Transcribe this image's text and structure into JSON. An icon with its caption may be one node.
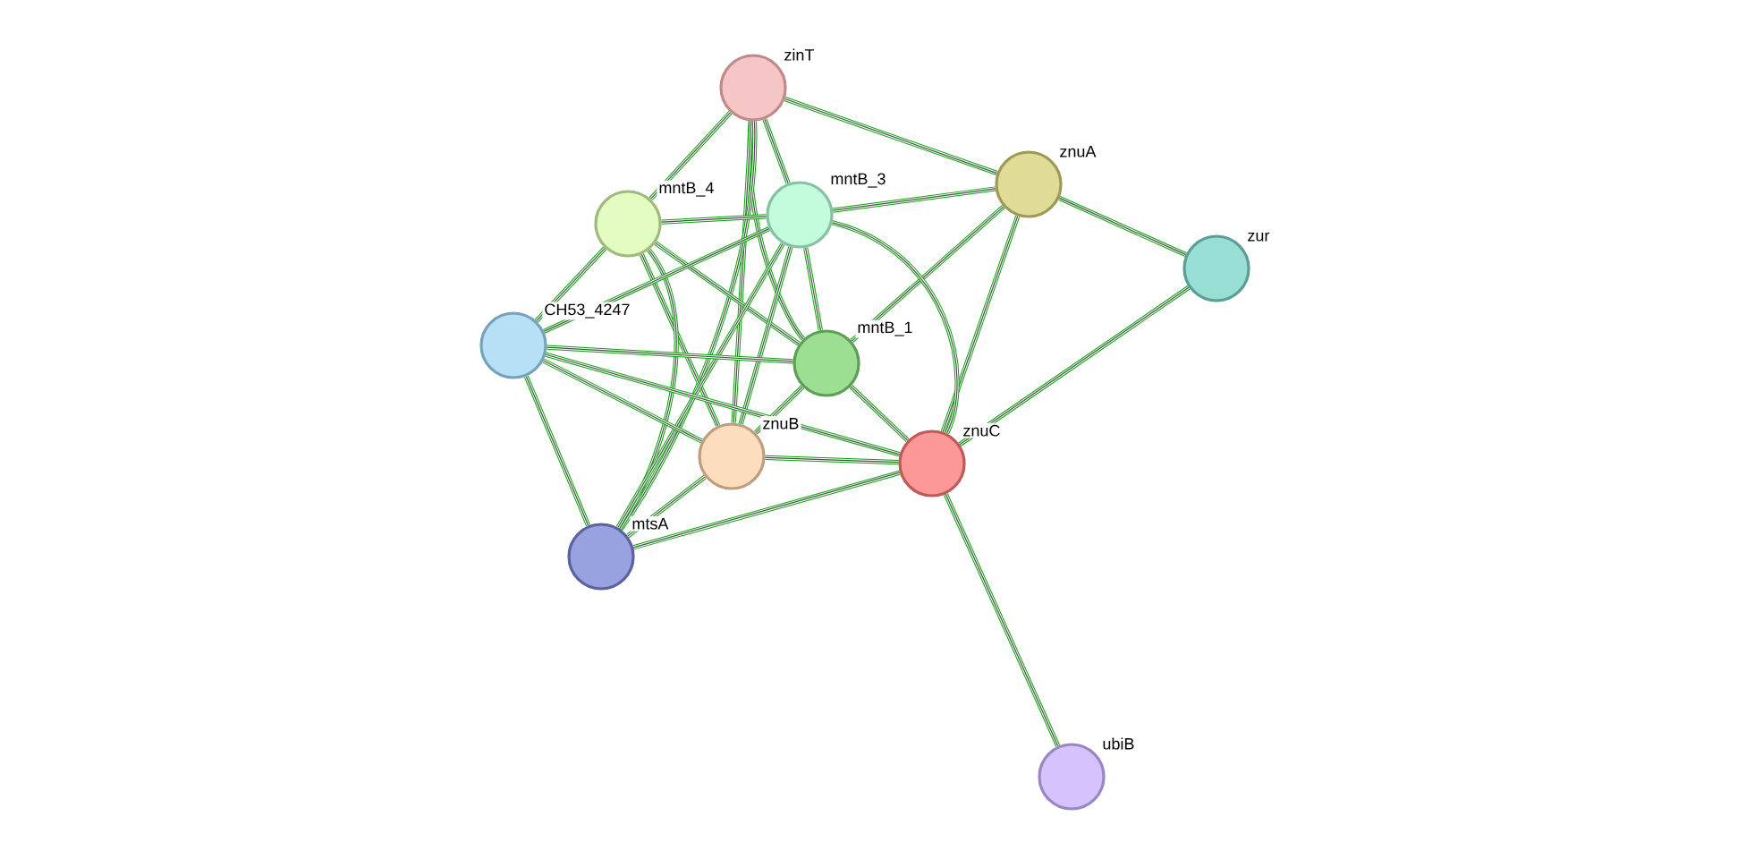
{
  "diagram": {
    "nodes": [
      {
        "text": [
          "zinT"
        ]
      },
      {
        "text": [
          "znuA"
        ]
      },
      {
        "text": [
          "zur"
        ]
      },
      {
        "text": [
          "mntB_4"
        ]
      },
      {
        "text": [
          "mntB_3"
        ]
      },
      {
        "text": [
          "CH53_4247"
        ]
      },
      {
        "text": [
          "mntB_1"
        ]
      },
      {
        "text": [
          "znuB"
        ]
      },
      {
        "text": [
          "znuC"
        ]
      },
      {
        "text": [
          "mtsA"
        ]
      },
      {
        "text": [
          "ubiB"
        ]
      }
    ],
    "edges": [
      {
        "from": 0,
        "to": 1,
        "arrow": "none"
      },
      {
        "from": 0,
        "to": 3,
        "arrow": "none"
      },
      {
        "from": 0,
        "to": 4,
        "arrow": "none"
      },
      {
        "from": 0,
        "to": 6,
        "arrow": "none"
      },
      {
        "from": 0,
        "to": 7,
        "arrow": "none"
      },
      {
        "from": 0,
        "to": 9,
        "arrow": "none"
      },
      {
        "from": 1,
        "to": 2,
        "arrow": "none"
      },
      {
        "from": 1,
        "to": 4,
        "arrow": "none"
      },
      {
        "from": 1,
        "to": 6,
        "arrow": "none"
      },
      {
        "from": 1,
        "to": 8,
        "arrow": "none"
      },
      {
        "from": 2,
        "to": 8,
        "arrow": "none"
      },
      {
        "from": 3,
        "to": 4,
        "arrow": "none"
      },
      {
        "from": 3,
        "to": 5,
        "arrow": "none"
      },
      {
        "from": 3,
        "to": 6,
        "arrow": "none"
      },
      {
        "from": 3,
        "to": 7,
        "arrow": "none"
      },
      {
        "from": 3,
        "to": 9,
        "arrow": "none"
      },
      {
        "from": 4,
        "to": 5,
        "arrow": "none"
      },
      {
        "from": 4,
        "to": 6,
        "arrow": "none"
      },
      {
        "from": 4,
        "to": 7,
        "arrow": "none"
      },
      {
        "from": 4,
        "to": 8,
        "arrow": "none"
      },
      {
        "from": 4,
        "to": 9,
        "arrow": "none"
      },
      {
        "from": 5,
        "to": 6,
        "arrow": "none"
      },
      {
        "from": 5,
        "to": 7,
        "arrow": "none"
      },
      {
        "from": 5,
        "to": 8,
        "arrow": "none"
      },
      {
        "from": 5,
        "to": 9,
        "arrow": "none"
      },
      {
        "from": 6,
        "to": 7,
        "arrow": "none"
      },
      {
        "from": 6,
        "to": 8,
        "arrow": "none"
      },
      {
        "from": 7,
        "to": 8,
        "arrow": "none"
      },
      {
        "from": 7,
        "to": 9,
        "arrow": "none"
      },
      {
        "from": 8,
        "to": 9,
        "arrow": "none"
      },
      {
        "from": 8,
        "to": 10,
        "arrow": "none"
      }
    ]
  }
}
